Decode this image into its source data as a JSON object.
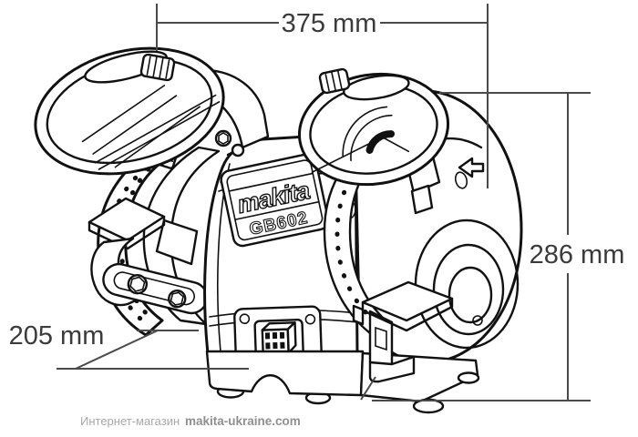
{
  "diagram": {
    "type": "technical-dimension-drawing",
    "subject": "bench grinder",
    "brand_logo": "makita",
    "model": "GB602",
    "dimensions": {
      "width": "375 mm",
      "height": "286 mm",
      "depth": "205 mm"
    },
    "colors": {
      "background": "#ffffff",
      "drawing_line": "#111111",
      "dimension_line": "#4a4a4a",
      "dimension_text": "#3b3b3b",
      "watermark_prefix_text": "#a8a8a8",
      "watermark_site_text": "#8f8f8f"
    }
  },
  "watermark": {
    "prefix": "Интернет-магазин",
    "site": "makita-ukraine.com"
  }
}
